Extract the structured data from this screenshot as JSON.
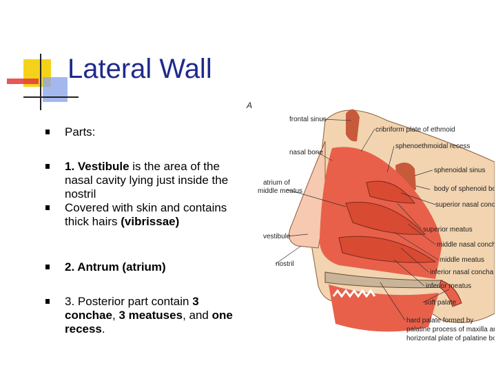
{
  "slide": {
    "title": "Lateral Wall",
    "bullets": [
      {
        "id": "parts",
        "segments": [
          {
            "text": "Parts:",
            "bold": false
          }
        ]
      },
      {
        "id": "vestibule",
        "segments": [
          {
            "text": "1. Vestibule",
            "bold": true
          },
          {
            "text": " is the area of the nasal cavity lying just inside the nostril",
            "bold": false
          }
        ]
      },
      {
        "id": "covered",
        "segments": [
          {
            "text": "Covered with skin and contains thick hairs ",
            "bold": false
          },
          {
            "text": "(vibrissae)",
            "bold": true
          }
        ]
      },
      {
        "id": "antrum",
        "segments": [
          {
            "text": "2. Antrum (atrium)",
            "bold": true
          }
        ]
      },
      {
        "id": "posterior",
        "segments": [
          {
            "text": "3. Posterior part contain ",
            "bold": false
          },
          {
            "text": "3 conchae",
            "bold": true
          },
          {
            "text": ", ",
            "bold": false
          },
          {
            "text": "3 meatuses",
            "bold": true
          },
          {
            "text": ", and ",
            "bold": false
          },
          {
            "text": "one recess",
            "bold": true
          },
          {
            "text": ".",
            "bold": false
          }
        ]
      }
    ]
  },
  "diagram": {
    "corner_mark": "A",
    "labels": {
      "frontal_sinus": "frontal sinus",
      "cribriform_plate": "cribriform plate of ethmoid",
      "sphenoethmoidal_recess": "sphenoethmoidal recess",
      "nasal_bone": "nasal bone",
      "sphenoidal_sinus": "sphenoidal sinus",
      "atrium_line1": "atrium of",
      "atrium_line2": "middle meatus",
      "body_sphenoid": "body of sphenoid bone",
      "superior_concha": "superior nasal concha",
      "superior_meatus": "superior meatus",
      "vestibule": "vestibule",
      "middle_concha": "middle nasal concha",
      "middle_meatus": "middle meatus",
      "nostril": "nostril",
      "inferior_concha": "inferior nasal concha",
      "inferior_meatus": "inferior meatus",
      "soft_palate": "soft palate",
      "hard_palate_line1": "hard palate formed by",
      "hard_palate_line2": "palatine process of maxilla and",
      "hard_palate_line3": "horizontal plate of palatine bone"
    },
    "colors": {
      "mucosa": "#e8604a",
      "bone": "#f2d4b0",
      "sinus": "#c85a3c",
      "cavity_bg": "#e8e0d0"
    }
  }
}
